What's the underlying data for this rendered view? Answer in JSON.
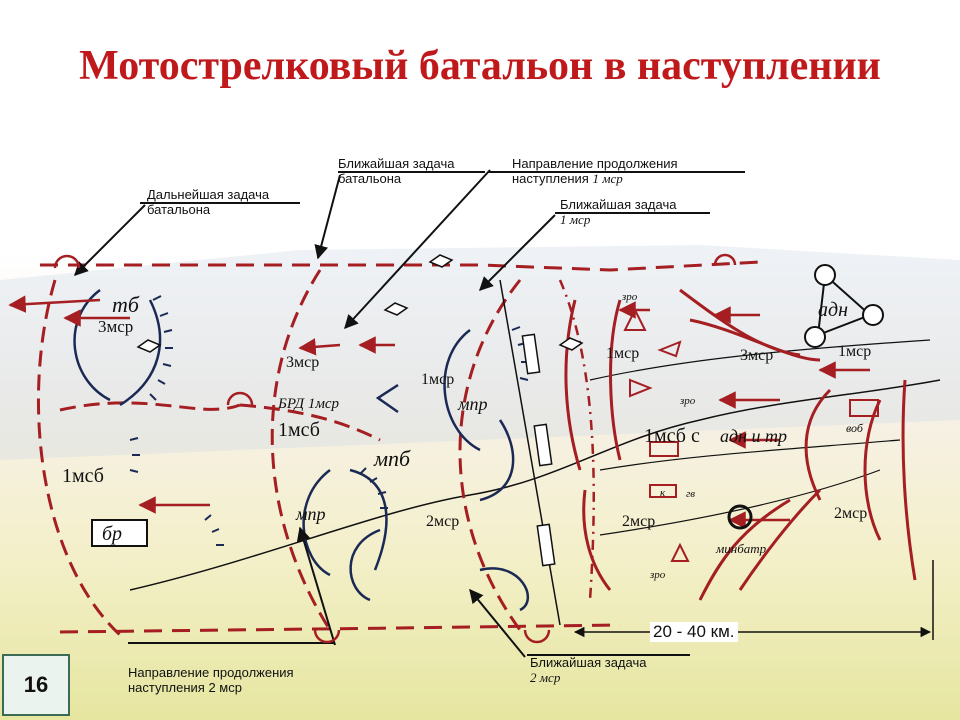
{
  "title": "Мотострелковый батальон в наступлении",
  "captions": {
    "next_task": [
      "Дальнейшая задача",
      "батальона"
    ],
    "immediate_task": [
      "Ближайшая задача",
      "батальона"
    ],
    "continue_1": [
      "Направление продолжения",
      "наступления",
      "1 мср"
    ],
    "immediate_1": [
      "Ближайшая задача",
      "1 мср"
    ],
    "continue_2": [
      "Направление продолжения",
      "наступления 2 мср"
    ],
    "immediate_2": [
      "Ближайшая задача",
      "2 мср"
    ]
  },
  "units": {
    "tb": "тб",
    "msr3_left": "3мср",
    "msr3_mid": "3мср",
    "brd": "БРД 1мср",
    "msb1_mid": "1мсб",
    "msb1_left": "1мсб",
    "br": "бр",
    "mpb": "мпб",
    "mpr_left": "мпр",
    "mpr_mid": "мпр",
    "msr1_mid": "1мср",
    "msr2_mid": "2мср",
    "zro_top": "зро",
    "msr1_right": "1мср",
    "msr3_right": "3мср",
    "adn": "адн",
    "msr1_far": "1мср",
    "zro_mid": "зро",
    "msb1_right": "1мсб с",
    "adn_tr": "адн и тр",
    "vob": "воб",
    "k": "к",
    "gv": "гв",
    "msr2_right": "2мср",
    "msr2_far": "2мср",
    "minbatr": "минбатр",
    "zro_bottom": "зро"
  },
  "distance": "20 - 40 км.",
  "slide_number": "16",
  "colors": {
    "title": "#c0191b",
    "friendly": "#a41e22",
    "enemy": "#1b2a55"
  }
}
